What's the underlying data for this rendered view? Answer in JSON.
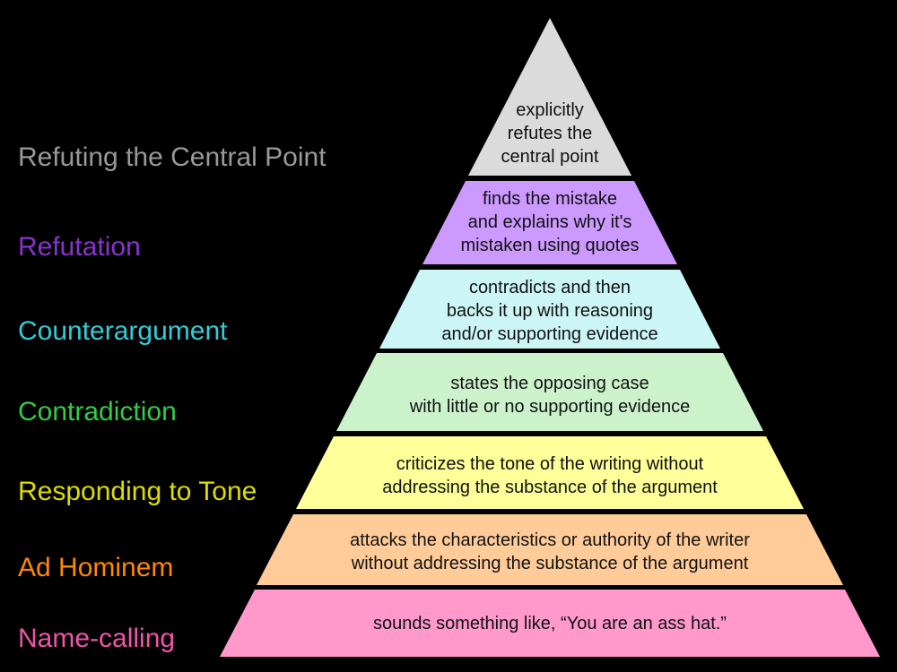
{
  "background_color": "#000000",
  "band_text_color": "#111111",
  "levels": [
    {
      "label": "Refuting the Central Point",
      "label_color": "#999999",
      "band_color": "#DBDBDB",
      "lines": [
        "explicitly",
        "refutes the",
        "central point"
      ]
    },
    {
      "label": "Refutation",
      "label_color": "#8833CC",
      "band_color": "#CC99FF",
      "lines": [
        "finds the mistake",
        "and explains why it's",
        "mistaken using quotes"
      ]
    },
    {
      "label": "Counterargument",
      "label_color": "#33CCD6",
      "band_color": "#CCF5F5",
      "lines": [
        "contradicts and then",
        "backs it up with reasoning",
        "and/or supporting evidence"
      ]
    },
    {
      "label": "Contradiction",
      "label_color": "#33CC44",
      "band_color": "#CCF2CC",
      "lines": [
        "states the opposing case",
        "with little or no supporting evidence"
      ]
    },
    {
      "label": "Responding to Tone",
      "label_color": "#DDDD00",
      "band_color": "#FFFF99",
      "lines": [
        "criticizes the tone of the writing without",
        "addressing the substance of the argument"
      ]
    },
    {
      "label": "Ad Hominem",
      "label_color": "#FF8800",
      "band_color": "#FFCC99",
      "lines": [
        "attacks the characteristics or authority of the writer",
        "without addressing the substance of the argument"
      ]
    },
    {
      "label": "Name-calling",
      "label_color": "#EE55AA",
      "band_color": "#FF99CC",
      "lines": [
        "sounds something like, “You are an ass hat.”"
      ]
    }
  ]
}
